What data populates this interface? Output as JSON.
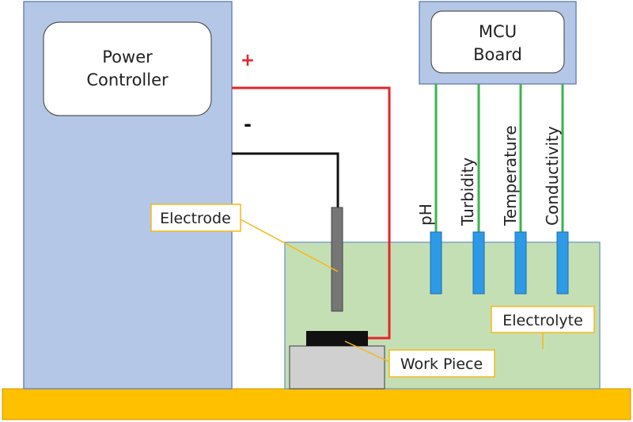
{
  "power_controller": {
    "line1": "Power",
    "line2": "Controller"
  },
  "mcu_board": {
    "line1": "MCU",
    "line2": "Board"
  },
  "polarity": {
    "positive": "+",
    "negative": "-"
  },
  "sensors": [
    "pH",
    "Turbidity",
    "Temperature",
    "Conductivity"
  ],
  "callouts": {
    "electrode": "Electrode",
    "electrolyte": "Electrolyte",
    "work_piece": "Work Piece"
  },
  "colors": {
    "controller_fill": "#b4c7e7",
    "controller_stroke": "#6f88b5",
    "electrolyte_fill": "#c5dfb4",
    "electrolyte_stroke": "#7fa0c8",
    "base_fill": "#ffc000",
    "positive_wire": "#e3262d",
    "negative_wire": "#111111",
    "sensor_wire": "#3cb44b",
    "probe_fill": "#2e9ae6",
    "electrode_fill": "#767676",
    "callout_stroke": "#f5b81a",
    "workpiece_fill": "#d0d0d0"
  }
}
